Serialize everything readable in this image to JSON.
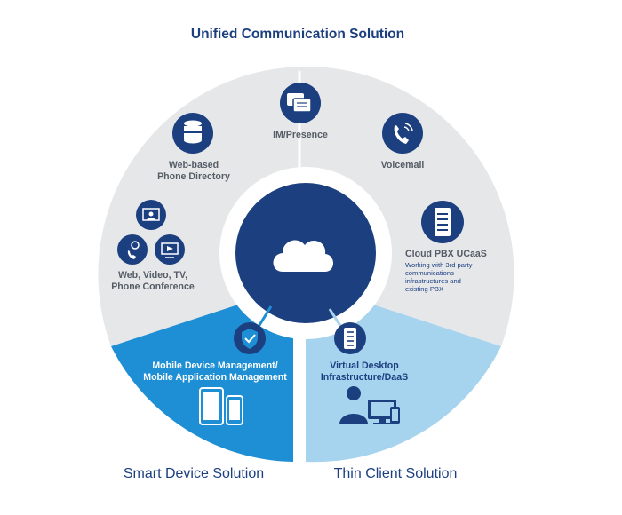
{
  "header": {
    "title": "Unified Communication Solution"
  },
  "unified": {
    "im_presence": "IM/Presence",
    "web_directory": [
      "Web-based",
      "Phone Directory"
    ],
    "voicemail": "Voicemail",
    "conference": [
      "Web, Video, TV,",
      "Phone Conference"
    ],
    "cloud_pbx": "Cloud PBX UCaaS",
    "cloud_pbx_note": [
      "Working with 3rd party",
      "communications",
      "infrastructures and",
      "existing PBX"
    ]
  },
  "smart_device": {
    "title": "Smart Device Solution",
    "label": [
      "Mobile Device Management/",
      "Mobile Application Management"
    ]
  },
  "thin_client": {
    "title": "Thin Client Solution",
    "label": [
      "Virtual Desktop",
      "Infrastructure/DaaS"
    ]
  },
  "colors": {
    "navy": "#1c3f80",
    "gray_segment": "#e6e7e9",
    "blue_segment": "#1e8fd5",
    "light_blue_segment": "#a6d3ee"
  },
  "icons": {
    "center": "cloud-icon",
    "im_presence": "chat-bubbles-icon",
    "web_directory": "database-icon",
    "voicemail": "phone-icon",
    "cloud_pbx": "server-icon",
    "conference": [
      "presentation-icon",
      "person-phone-icon",
      "monitor-icon"
    ],
    "smart_device": [
      "shield-check-icon",
      "tablet-icon",
      "phone-device-icon"
    ],
    "thin_client": [
      "server-icon",
      "person-icon",
      "monitor-icon",
      "phone-device-icon"
    ]
  }
}
